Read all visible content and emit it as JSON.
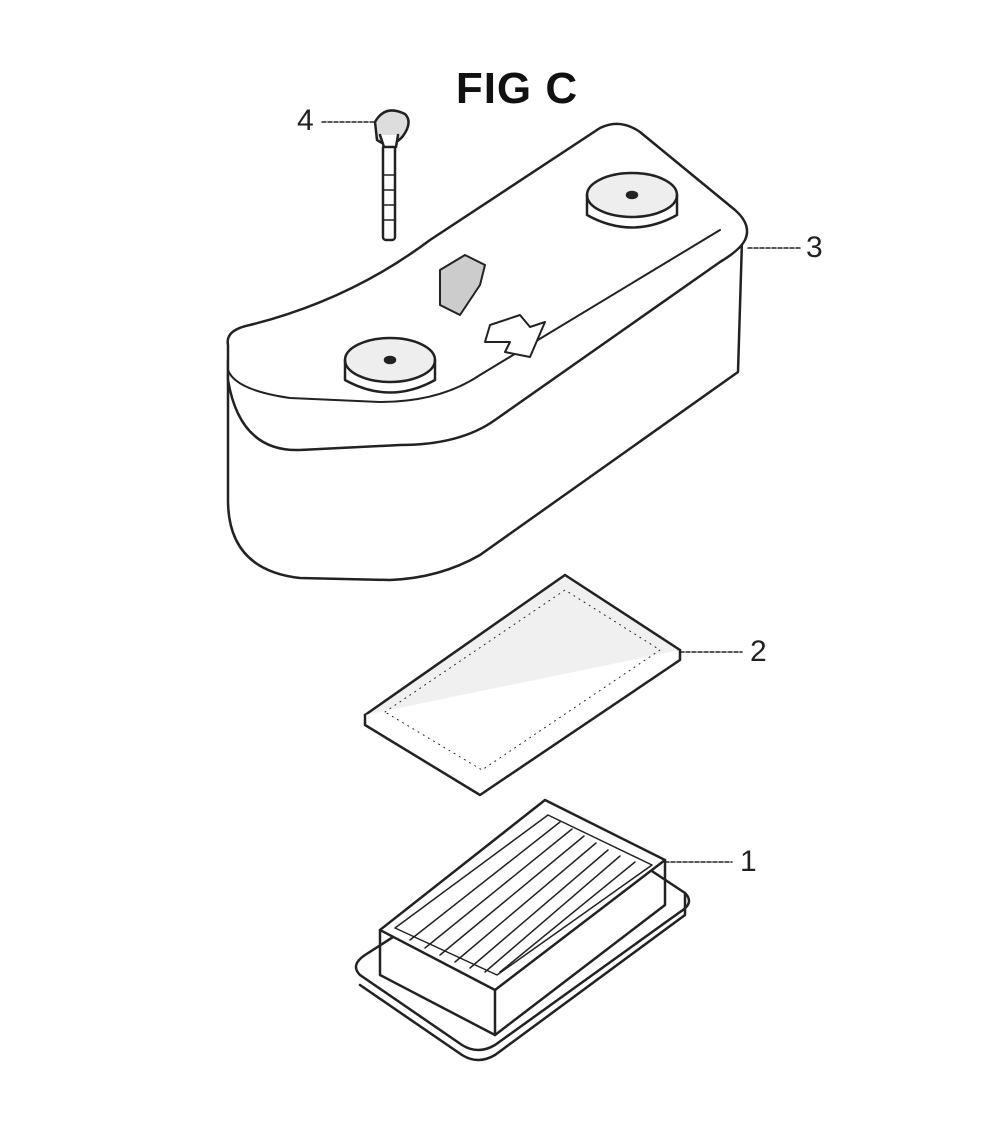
{
  "figure": {
    "title": "FIG C",
    "parts": [
      {
        "number": "1",
        "name": "paper-filter-element"
      },
      {
        "number": "2",
        "name": "foam-pre-filter"
      },
      {
        "number": "3",
        "name": "air-cleaner-cover"
      },
      {
        "number": "4",
        "name": "wing-bolt"
      }
    ]
  }
}
